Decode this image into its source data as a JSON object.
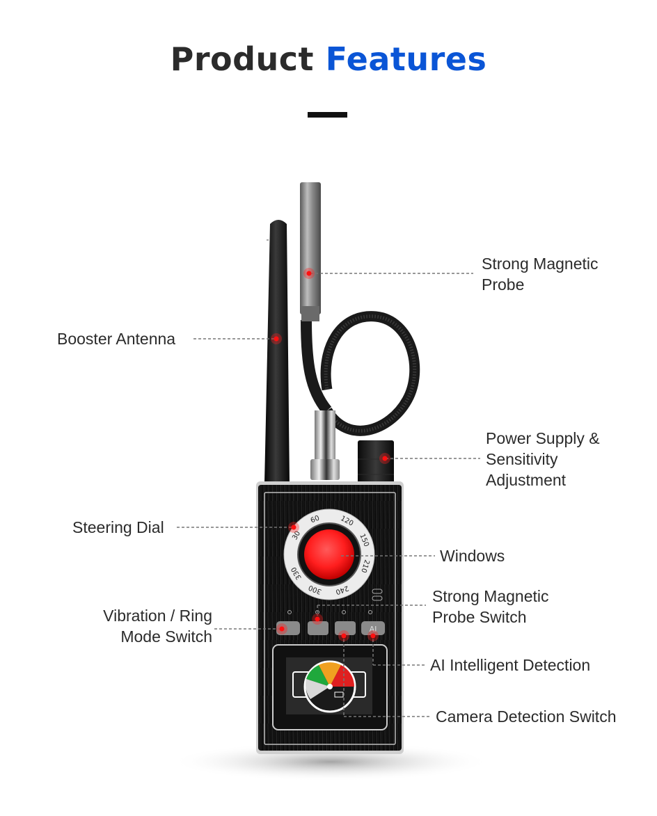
{
  "header": {
    "title_part1": "Product",
    "title_part2": "Features"
  },
  "colors": {
    "accent": "#0a55d6",
    "title_text": "#2b2b2b",
    "indicator_red": "#ff2020",
    "gauge_green": "#1fa83c",
    "gauge_orange": "#f0a020",
    "gauge_red": "#e02020"
  },
  "features": [
    {
      "id": "strong-magnetic-probe",
      "label_lines": [
        "Strong Magnetic",
        "Probe"
      ]
    },
    {
      "id": "booster-antenna",
      "label_lines": [
        "Booster Antenna"
      ]
    },
    {
      "id": "power-supply",
      "label_lines": [
        "Power Supply &",
        "Sensitivity",
        "Adjustment"
      ]
    },
    {
      "id": "steering-dial",
      "label_lines": [
        "Steering Dial"
      ]
    },
    {
      "id": "windows",
      "label_lines": [
        "Windows"
      ]
    },
    {
      "id": "strong-magnetic-probe-switch",
      "label_lines": [
        "Strong Magnetic",
        "Probe Switch"
      ]
    },
    {
      "id": "vibration-ring-mode-switch",
      "label_lines": [
        "Vibration / Ring",
        "Mode Switch"
      ]
    },
    {
      "id": "ai-intelligent-detection",
      "label_lines": [
        "AI Intelligent Detection"
      ]
    },
    {
      "id": "camera-detection-switch",
      "label_lines": [
        "Camera Detection Switch"
      ]
    }
  ],
  "device": {
    "dial_numbers": [
      "60",
      "120",
      "150",
      "210",
      "240",
      "300",
      "330",
      "30"
    ],
    "buttons": [
      {
        "name": "vibration-button",
        "icon": "vibrate-icon"
      },
      {
        "name": "magnetic-button",
        "icon": "magnet-icon"
      },
      {
        "name": "camera-button",
        "icon": "sparkle-icon"
      },
      {
        "name": "ai-button",
        "icon": "ai-icon",
        "text": "AI"
      }
    ]
  }
}
